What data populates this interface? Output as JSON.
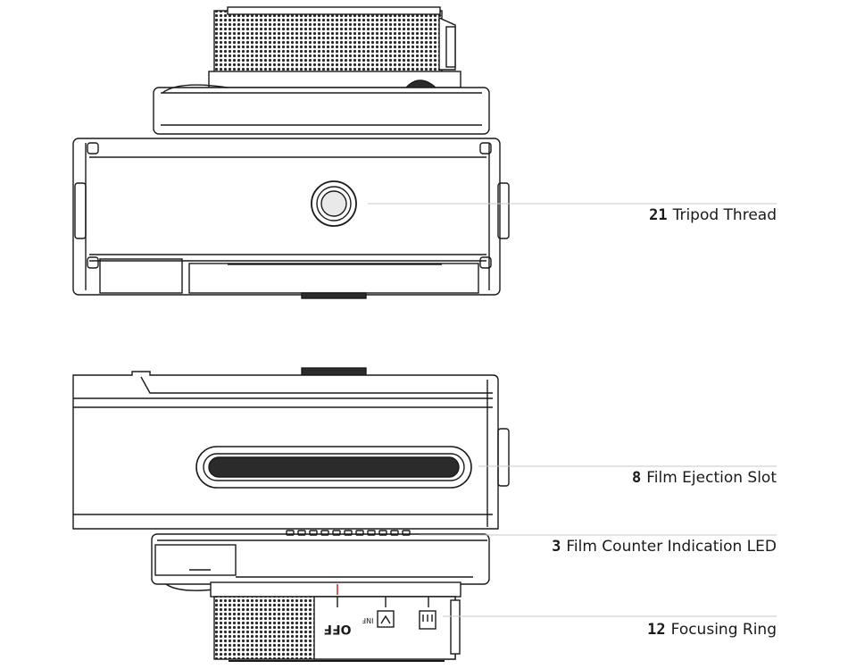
{
  "callouts": [
    {
      "number": "21",
      "text": "Tripod Thread"
    },
    {
      "number": "8",
      "text": "Film Ejection Slot"
    },
    {
      "number": "3",
      "text": "Film Counter Indication LED"
    },
    {
      "number": "12",
      "text": "Focusing Ring"
    }
  ],
  "focus_ring_marks": {
    "off": "OFF",
    "inf": "INF"
  },
  "colors": {
    "line": "#1a1a1a",
    "leader": "#c8c8c8",
    "knurl": "#2b2b2b",
    "indicator": "#d0302f"
  }
}
